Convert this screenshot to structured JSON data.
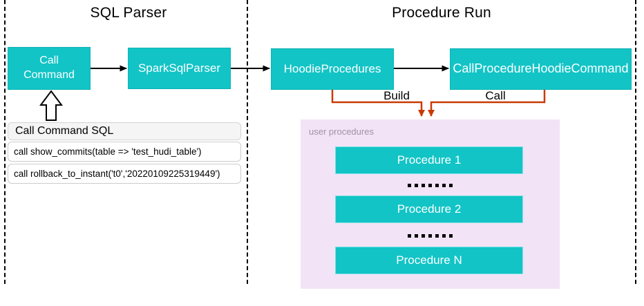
{
  "sections": [
    {
      "title": "SQL Parser"
    },
    {
      "title": "Procedure Run"
    }
  ],
  "nodes": {
    "call_command": "Call\nCommand",
    "spark_sql_parser": "SparkSqlParser",
    "hoodie_procedures": "HoodieProcedures",
    "call_procedure_hoodie_command": "CallProcedureHoodieCommand"
  },
  "edges": {
    "build_label": "Build",
    "call_label": "Call"
  },
  "sql_card": {
    "header": "Call Command SQL",
    "rows": [
      "call show_commits(table => 'test_hudi_table')",
      "call rollback_to_instant('t0','20220109225319449')"
    ]
  },
  "procedures_panel": {
    "label": "user procedures",
    "items": [
      "Procedure 1",
      "Procedure 2",
      "Procedure N"
    ]
  },
  "colors": {
    "node_teal": "#12c4c6",
    "panel_purple": "#f2e3f6",
    "connector_orange": "#c93a06",
    "connector_black": "#000000"
  }
}
